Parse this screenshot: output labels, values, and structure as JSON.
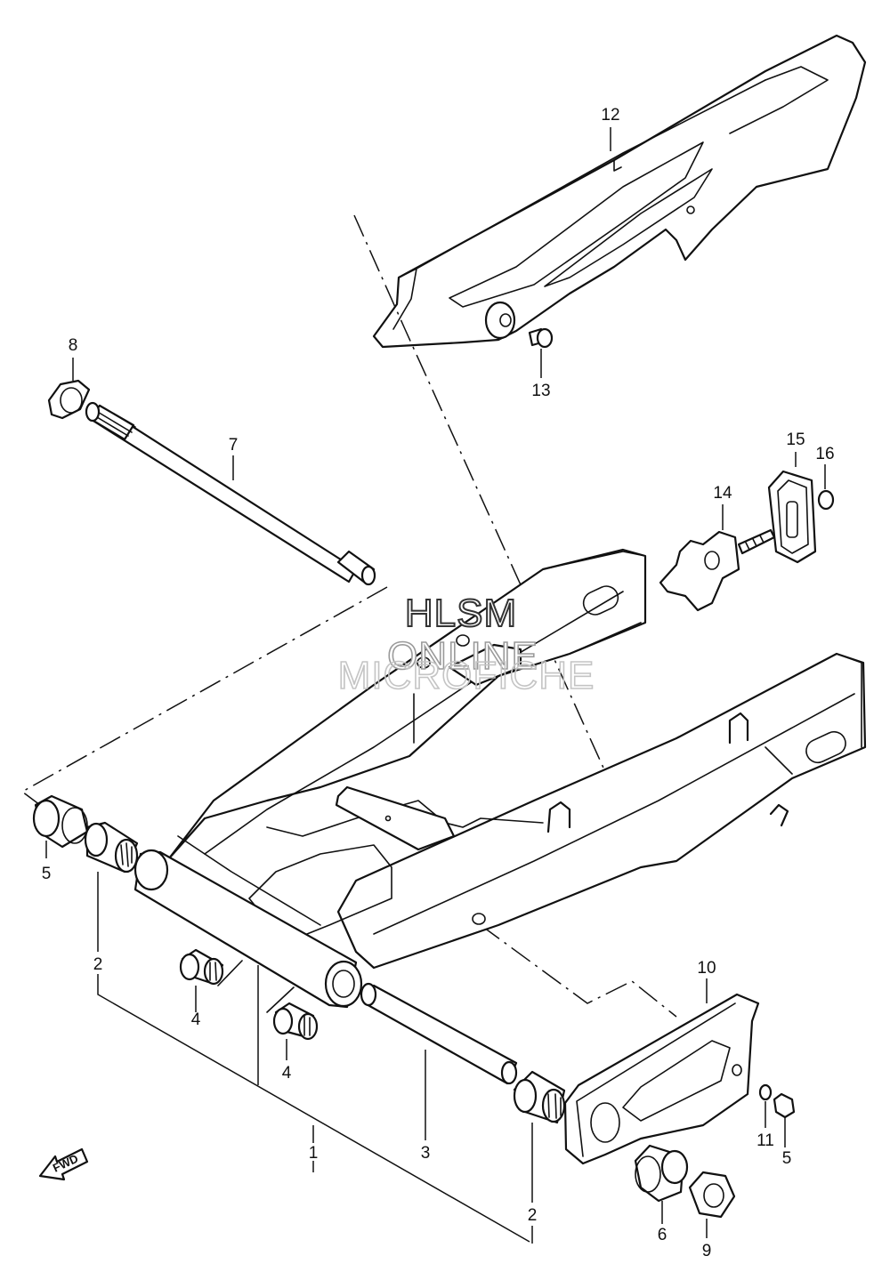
{
  "watermark": {
    "line1": "HLSM",
    "line2": "ONLINE",
    "line3": "MICROFICHE"
  },
  "fwd_label": "FWD",
  "callouts": [
    {
      "id": "c1",
      "label": "1"
    },
    {
      "id": "c2a",
      "label": "2"
    },
    {
      "id": "c2b",
      "label": "2"
    },
    {
      "id": "c3",
      "label": "3"
    },
    {
      "id": "c4a",
      "label": "4"
    },
    {
      "id": "c4b",
      "label": "4"
    },
    {
      "id": "c5a",
      "label": "5"
    },
    {
      "id": "c5b",
      "label": "5"
    },
    {
      "id": "c6",
      "label": "6"
    },
    {
      "id": "c7",
      "label": "7"
    },
    {
      "id": "c8",
      "label": "8"
    },
    {
      "id": "c9",
      "label": "9"
    },
    {
      "id": "c10",
      "label": "10"
    },
    {
      "id": "c11",
      "label": "11"
    },
    {
      "id": "c12",
      "label": "12"
    },
    {
      "id": "c13",
      "label": "13"
    },
    {
      "id": "c14",
      "label": "14"
    },
    {
      "id": "c15",
      "label": "15"
    },
    {
      "id": "c16",
      "label": "16"
    }
  ]
}
